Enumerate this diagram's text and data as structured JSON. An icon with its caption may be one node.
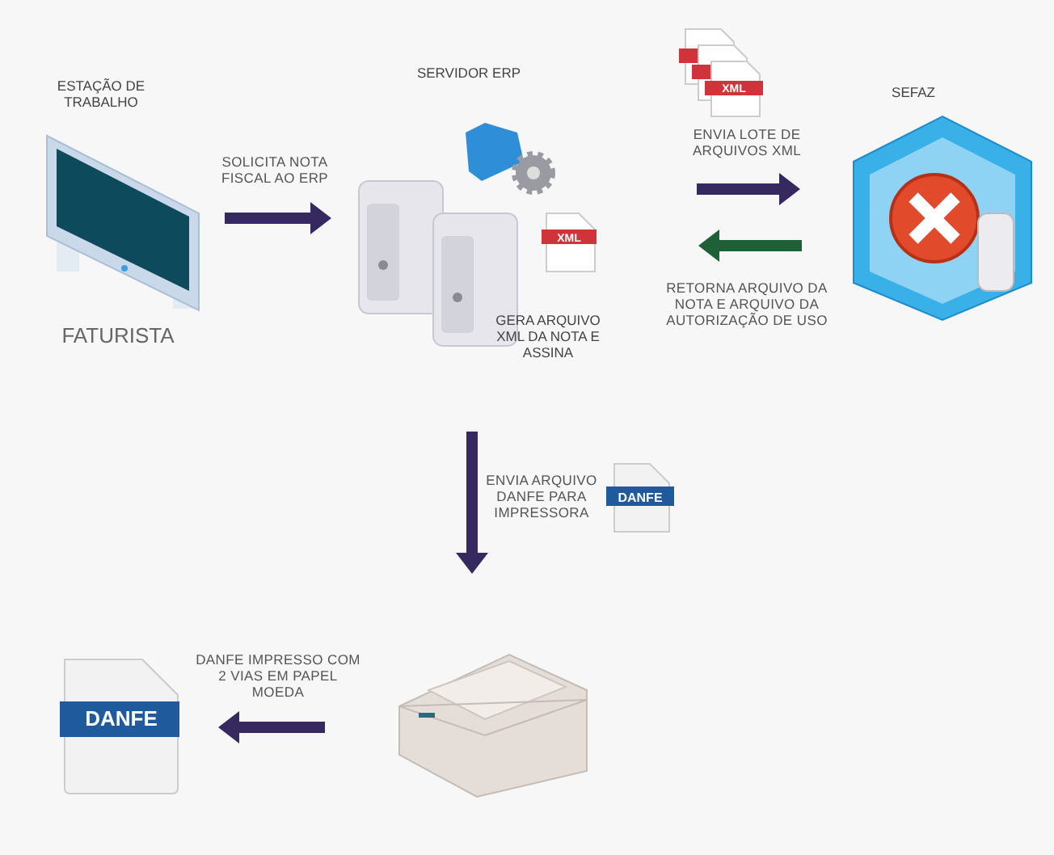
{
  "diagram": {
    "nodes": [
      {
        "text": [
          "ESTAÇÃO DE TRABALHO",
          "FATURISTA"
        ]
      },
      {
        "text": [
          "SERVIDOR ERP",
          "GERA ARQUIVO XML DA NOTA E ASSINA"
        ]
      },
      {
        "text": [
          "SEFAZ"
        ]
      },
      {
        "text": [],
        "shape": "picture"
      },
      {
        "text": [
          "DANFE"
        ]
      }
    ],
    "edges": [
      {
        "from": 0,
        "to": 1,
        "arrow": "to",
        "label": "SOLICITA NOTA FISCAL AO ERP"
      },
      {
        "from": 1,
        "to": 2,
        "arrow": "to",
        "label": "ENVIA LOTE DE ARQUIVOS XML"
      },
      {
        "from": 2,
        "to": 1,
        "arrow": "to",
        "label": "RETORNA ARQUIVO DA NOTA E ARQUIVO DA AUTORIZAÇÃO DE USO",
        "color": "#1f6136"
      },
      {
        "from": 1,
        "to": 3,
        "arrow": "to",
        "label": "ENVIA ARQUIVO DANFE PARA IMPRESSORA"
      },
      {
        "from": 3,
        "to": 4,
        "arrow": "to",
        "label": "DANFE IMPRESSO COM 2 VIAS EM PAPEL MOEDA"
      }
    ],
    "labels": [
      "XML",
      "XML",
      "DANFE"
    ]
  }
}
